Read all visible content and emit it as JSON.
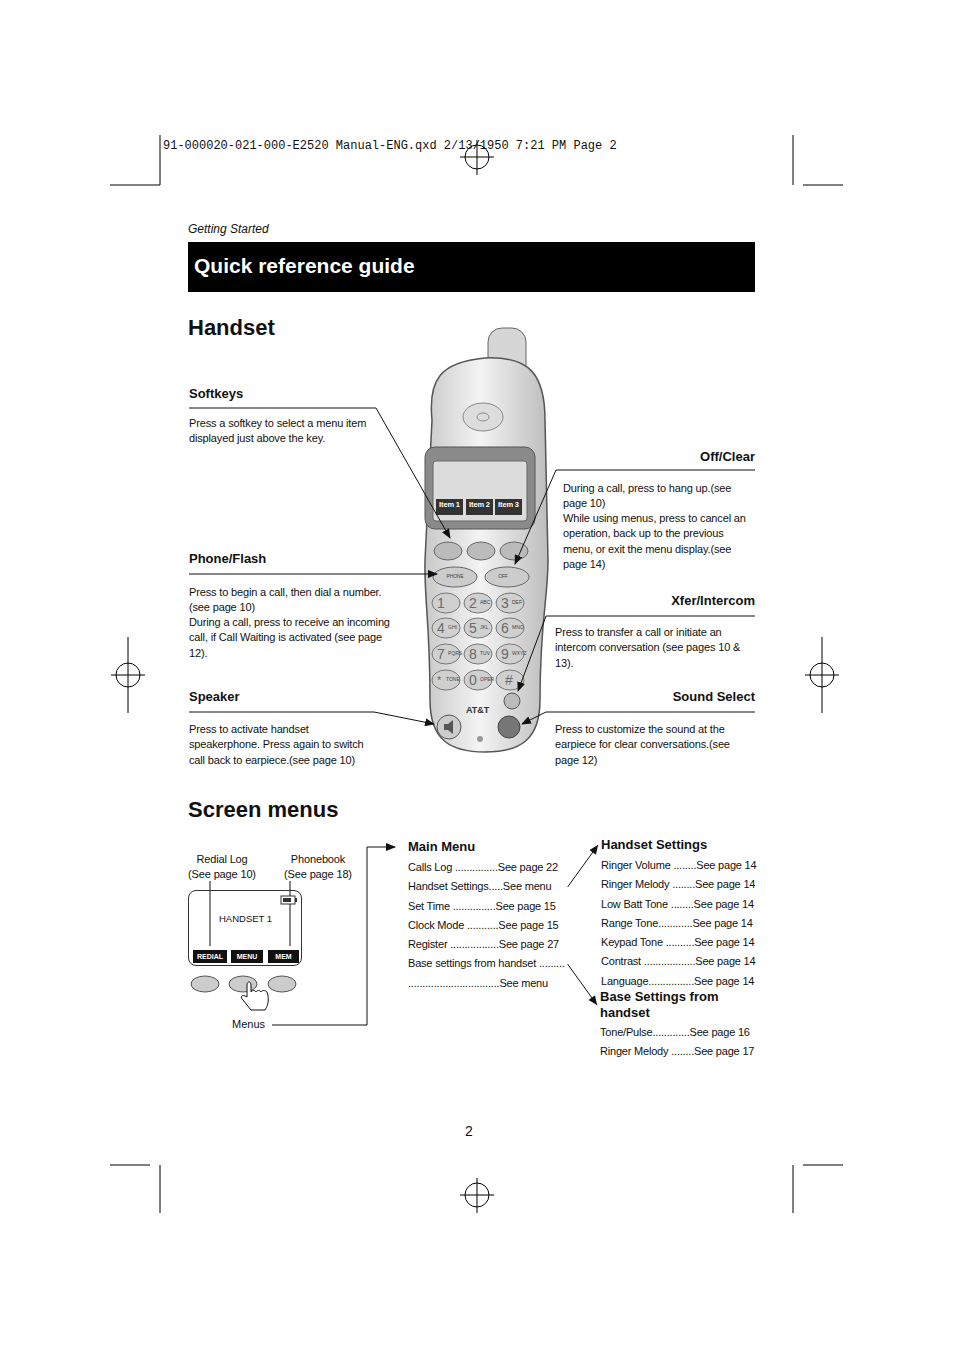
{
  "diagram": {
    "title": "Quick reference guide",
    "nodes": [
      {
        "text": [
          "HANDSET 1"
        ]
      },
      {
        "text": [
          "REDIAL"
        ],
        "in": 0
      },
      {
        "text": [
          "MENU"
        ],
        "in": 0
      },
      {
        "text": [
          "MEM"
        ],
        "in": 0
      },
      {
        "text": [
          "Main Menu",
          "Calls Log ...............See page 22",
          "Handset Settings.....See menu",
          "Set Time ...............See page 15",
          "Clock Mode ...........See page 15",
          "Register .................See page 27",
          "Base settings  from handset .........",
          "................................See menu"
        ]
      },
      {
        "text": [
          "Handset Settings",
          "Ringer Volume ........See page 14",
          "Ringer Melody ........See page 14",
          "Low Batt Tone ........See page 14",
          "Range Tone............See page 14",
          "Keypad Tone ..........See page 14",
          "Contrast ..................See page 14",
          "Language................See page 14"
        ]
      },
      {
        "text": [
          "Base Settings from handset",
          "Tone/Pulse.............See page 16",
          "Ringer Melody ........See page 17"
        ]
      }
    ],
    "edges": [
      {
        "from": 4,
        "to": 5,
        "arrow": "to"
      },
      {
        "from": 4,
        "to": 6,
        "arrow": "to"
      }
    ],
    "labels": [
      "91-000020-021-000-E2520 Manual-ENG.qxd  2/13/1950  7:21 PM  Page 2",
      "Getting Started",
      "Handset",
      "Softkeys",
      "Press a softkey to select a menu item displayed just above the key.",
      "Off/Clear",
      "During a call, press to hang up.(see page 10)",
      "While using menus, press to cancel an operation, back up to the previous menu, or exit the menu display.(see page 14)",
      "Phone/Flash",
      "Press to begin a call, then dial a number.(see page 10)",
      "During a call, press to receive an incoming call, if Call Waiting is activated (see page 12).",
      "Xfer/Intercom",
      "Press to transfer a call or initiate an intercom conversation (see pages 10 & 13).",
      "Speaker",
      "Press to activate handset speakerphone. Press again to switch call back to earpiece.(see page 10)",
      "Sound Select",
      "Press to customize the sound at the earpiece for clear  conversations.(see page 12)",
      "Item 1",
      "Item 2",
      "Item 3",
      "PHONE",
      "OFF",
      "1",
      "2",
      "ABC",
      "3",
      "DEF",
      "4",
      "GHI",
      "5",
      "JKL",
      "6",
      "MNO",
      "7",
      "PQRS",
      "8",
      "TUV",
      "9",
      "WXYZ",
      "*",
      "TONE",
      "0",
      "OPER",
      "#",
      "AT&T",
      "Screen menus",
      "Redial Log (See page 10)",
      "Phonebook (See page 18)",
      "Menus",
      "2"
    ]
  }
}
